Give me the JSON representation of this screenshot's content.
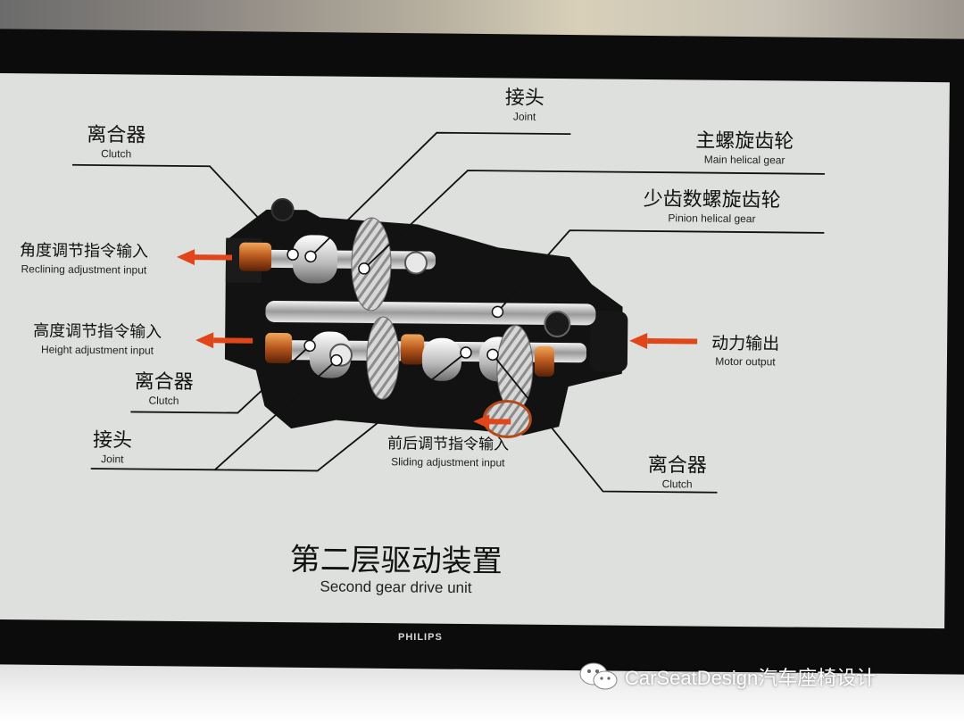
{
  "labels": {
    "joint_top": {
      "cn": "接头",
      "en": "Joint"
    },
    "clutch_top": {
      "cn": "离合器",
      "en": "Clutch"
    },
    "main_helical": {
      "cn": "主螺旋齿轮",
      "en": "Main helical gear"
    },
    "pinion_helical": {
      "cn": "少齿数螺旋齿轮",
      "en": "Pinion helical gear"
    },
    "reclining": {
      "cn": "角度调节指令输入",
      "en": "Reclining adjustment input"
    },
    "height": {
      "cn": "高度调节指令输入",
      "en": "Height adjustment input"
    },
    "clutch_mid": {
      "cn": "离合器",
      "en": "Clutch"
    },
    "joint_bottom": {
      "cn": "接头",
      "en": "Joint"
    },
    "sliding": {
      "cn": "前后调节指令输入",
      "en": "Sliding adjustment input"
    },
    "clutch_right": {
      "cn": "离合器",
      "en": "Clutch"
    },
    "motor": {
      "cn": "动力输出",
      "en": "Motor output"
    }
  },
  "title": {
    "cn": "第二层驱动装置",
    "en": "Second gear drive unit"
  },
  "monitor_brand": "PHILIPS",
  "watermark": "CarSeatDesign汽车座椅设计",
  "colors": {
    "arrow": "#e0461a",
    "screen": "#dde0dc",
    "bezel": "#0c0c0c"
  }
}
